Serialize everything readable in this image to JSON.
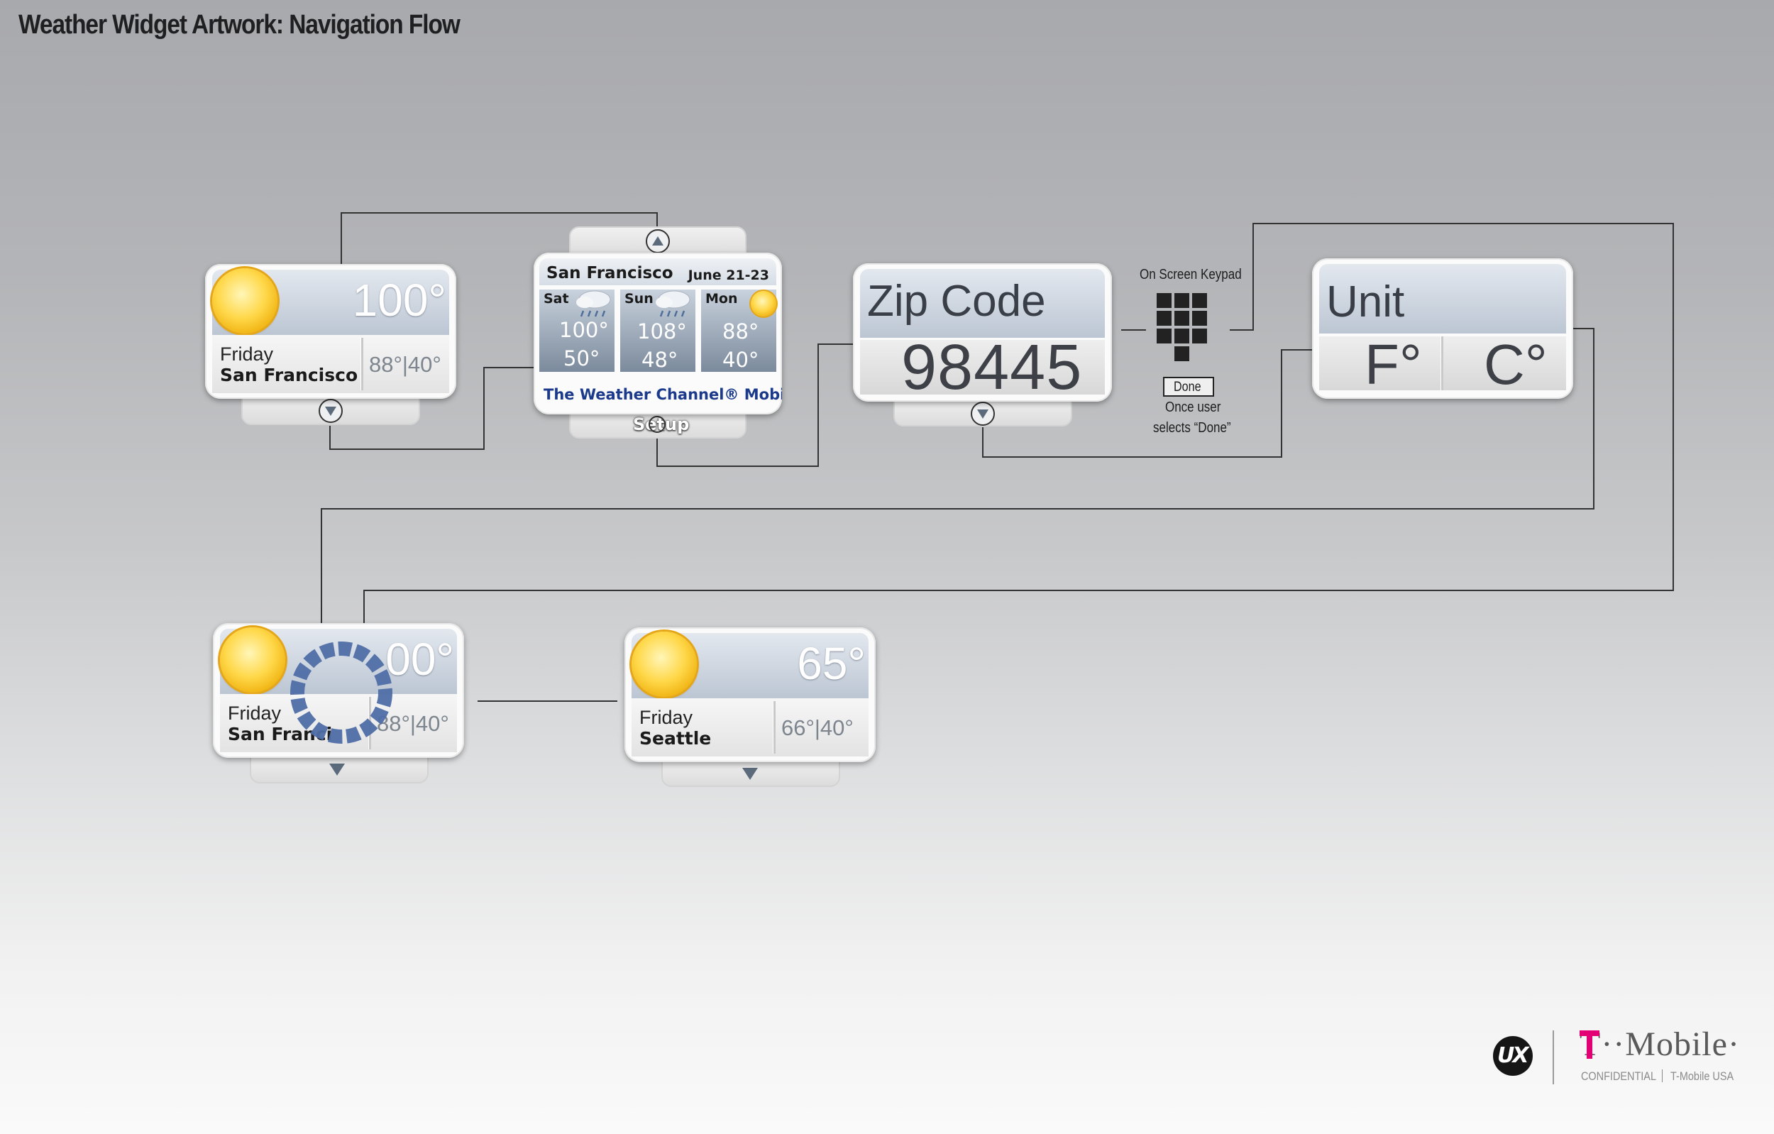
{
  "title": "Weather Widget Artwork: Navigation Flow",
  "widget_current": {
    "temp": "100°",
    "day": "Friday",
    "city": "San Francisco",
    "range": "88°|40°"
  },
  "forecast": {
    "city": "San Francisco",
    "dates": "June 21-23",
    "days": [
      {
        "name": "Sat",
        "high": "100°",
        "low": "50°",
        "icon": "rain-cloud-icon"
      },
      {
        "name": "Sun",
        "high": "108°",
        "low": "48°",
        "icon": "rain-cloud-icon"
      },
      {
        "name": "Mon",
        "high": "88°",
        "low": "40°",
        "icon": "sun-icon"
      }
    ],
    "brand": "The Weather Channel® Mobile",
    "setup_label": "Setup"
  },
  "zip": {
    "title": "Zip Code",
    "value": "98445"
  },
  "keypad": {
    "title": "On Screen Keypad",
    "done_label": "Done",
    "caption_line1": "Once user",
    "caption_line2": "selects “Done”"
  },
  "unit": {
    "title": "Unit",
    "f": "F°",
    "c": "C°"
  },
  "widget_loading": {
    "temp": "00°",
    "day": "Friday",
    "city": "San Franci",
    "range": "88°|40°"
  },
  "widget_seattle": {
    "temp": "65°",
    "day": "Friday",
    "city": "Seattle",
    "range": "66°|40°"
  },
  "footer": {
    "ux_logo": "UX",
    "brand": "T··Mobile·",
    "confidential": "CONFIDENTIAL",
    "company": "T-Mobile USA"
  },
  "colors": {
    "accent_magenta": "#e20074",
    "spinner_blue": "#4f6ea6",
    "brand_blue": "#1b3a8c"
  }
}
